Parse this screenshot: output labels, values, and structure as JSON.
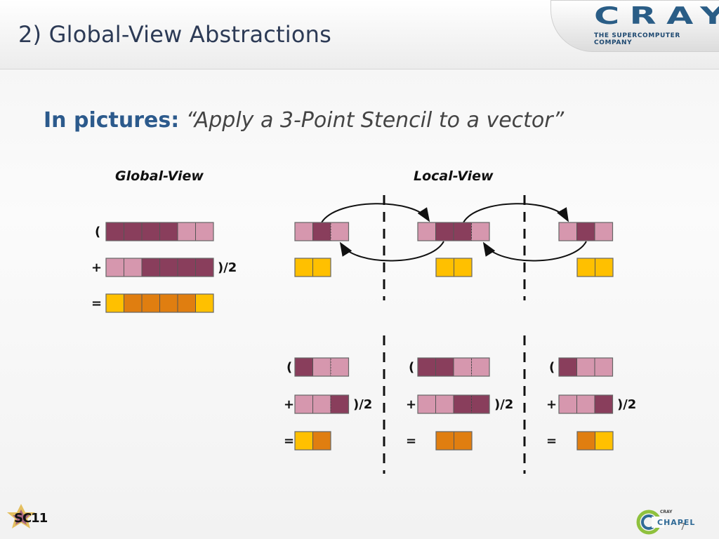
{
  "slide": {
    "title": "2) Global-View Abstractions",
    "subtitle_lead": "In pictures:",
    "subtitle_quote": "“Apply a 3-Point Stencil to a vector”",
    "page_number": "7"
  },
  "logos": {
    "company": "CRAY",
    "company_tagline": "THE SUPERCOMPUTER COMPANY",
    "conference": "SC11",
    "language_small": "CRAY",
    "language": "CHAPEL"
  },
  "headings": {
    "global": "Global-View",
    "local": "Local-View"
  },
  "symbols": {
    "open": "(",
    "plus": "+",
    "close_div": ")/2",
    "equals": "="
  },
  "colors": {
    "dark": "#893e5c",
    "light": "#d697ae",
    "gold": "#ffc000",
    "orange": "#e07e10",
    "divider": "#111111",
    "arrow": "#111111"
  },
  "global_view": {
    "rows": [
      {
        "prefix": "open",
        "suffix": "",
        "cells": [
          "dark",
          "dark",
          "dark",
          "dark",
          "light",
          "light"
        ]
      },
      {
        "prefix": "plus",
        "suffix": "close_div",
        "cells": [
          "light",
          "light",
          "dark",
          "dark",
          "dark",
          "dark"
        ]
      },
      {
        "prefix": "equals",
        "suffix": "",
        "cells": [
          "gold",
          "orange",
          "orange",
          "orange",
          "orange",
          "gold"
        ]
      }
    ]
  },
  "local_view": {
    "top": [
      {
        "data_row": [
          "light",
          "dark",
          "ghost-light"
        ],
        "result_row": [
          "gold",
          "gold"
        ]
      },
      {
        "data_row": [
          "ghost-light",
          "dark",
          "dark",
          "ghost-light"
        ],
        "result_row": [
          "gold",
          "gold"
        ]
      },
      {
        "data_row": [
          "ghost-light",
          "dark",
          "light"
        ],
        "result_row": [
          "gold",
          "gold"
        ]
      }
    ],
    "bottom": [
      {
        "rows": [
          {
            "prefix": "open",
            "suffix": "",
            "cells": [
              "dark",
              "light",
              "ghost-light"
            ]
          },
          {
            "prefix": "plus",
            "suffix": "close_div",
            "cells": [
              "light",
              "light",
              "ghost-dark"
            ]
          },
          {
            "prefix": "equals",
            "suffix": "",
            "cells": [
              "gold",
              "orange"
            ]
          }
        ]
      },
      {
        "rows": [
          {
            "prefix": "open",
            "suffix": "",
            "cells": [
              "ghost-dark",
              "dark",
              "light",
              "ghost-light"
            ]
          },
          {
            "prefix": "plus",
            "suffix": "close_div",
            "cells": [
              "ghost-light",
              "light",
              "dark",
              "ghost-dark"
            ]
          },
          {
            "prefix": "equals",
            "suffix": "",
            "cells": [
              "orange",
              "orange"
            ]
          }
        ]
      },
      {
        "rows": [
          {
            "prefix": "open",
            "suffix": "",
            "cells": [
              "ghost-dark",
              "light",
              "light"
            ]
          },
          {
            "prefix": "plus",
            "suffix": "close_div",
            "cells": [
              "ghost-light",
              "light",
              "dark"
            ]
          },
          {
            "prefix": "equals",
            "suffix": "",
            "cells": [
              "orange",
              "gold"
            ]
          }
        ]
      }
    ],
    "arrows": [
      {
        "from": "left-to-middle",
        "direction": "forward"
      },
      {
        "from": "middle-to-left",
        "direction": "back"
      },
      {
        "from": "middle-to-right",
        "direction": "forward"
      },
      {
        "from": "right-to-middle",
        "direction": "back"
      }
    ]
  }
}
